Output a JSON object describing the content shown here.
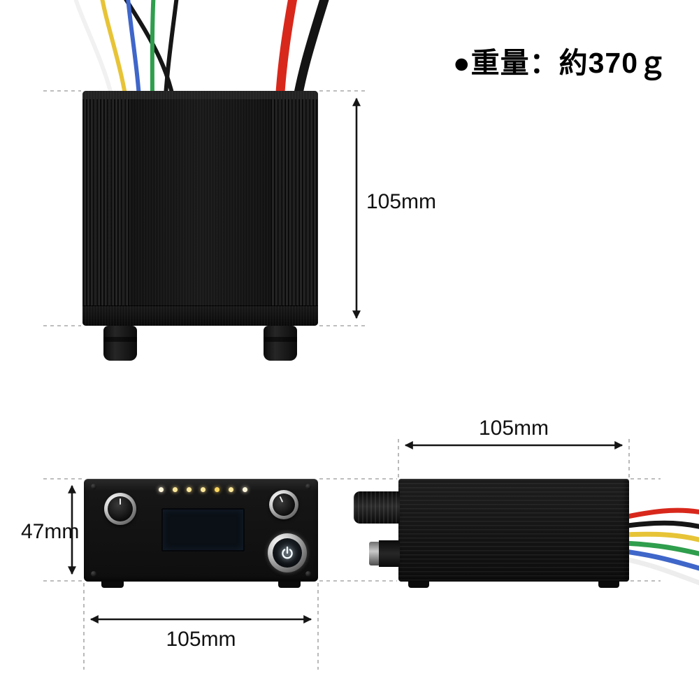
{
  "weight": {
    "text": "●重量：約370ｇ"
  },
  "dimensions": {
    "top_height": "105mm",
    "front_height": "47mm",
    "front_width": "105mm",
    "side_width": "105mm"
  },
  "palette": {
    "body_black": "#121212",
    "dash_gray": "#a8a8a8",
    "dimension_black": "#151515",
    "wire_white": "#f1f1f1",
    "wire_yellow": "#e7c437",
    "wire_blue": "#3f66c9",
    "wire_green": "#2f9e4d",
    "wire_black": "#161616",
    "wire_red": "#d8281c"
  }
}
